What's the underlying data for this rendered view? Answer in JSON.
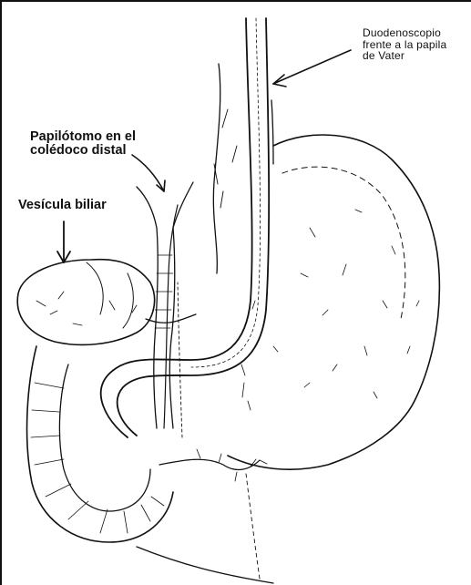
{
  "labels": {
    "duodenoscope": {
      "line1": "Duodenoscopio",
      "line2": "frente a la papila",
      "line3": "de Vater"
    },
    "papillotome": {
      "line1": "Papilótomo en el",
      "line2": "colédoco distal"
    },
    "gallbladder": {
      "line1": "Vesícula biliar"
    }
  }
}
